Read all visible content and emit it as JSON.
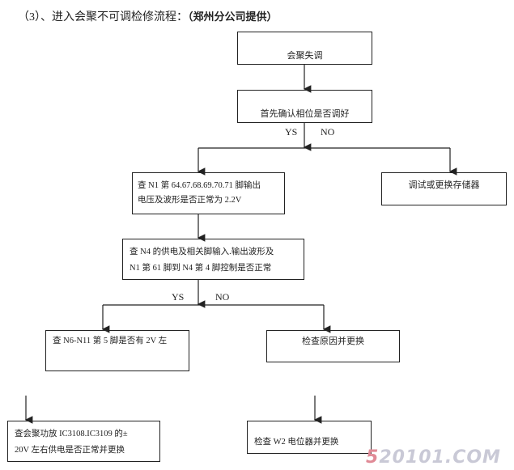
{
  "title": {
    "main": "（3）、进入会聚不可调检修流程：",
    "source": "（郑州分公司提供）"
  },
  "nodes": {
    "n1": "会聚失调",
    "n2": "首先确认相位是否调好",
    "n3a": "查 N1 第 64.67.68.69.70.71 脚输出",
    "n3b": "电压及波形是否正常为 2.2V",
    "n4": "调试或更换存储器",
    "n5a": "查 N4 的供电及相关脚输入.输出波形及",
    "n5b": "N1 第 61 脚到 N4 第 4 脚控制是否正常",
    "n6": "查 N6-N11 第 5 脚是否有 2V 左",
    "n7": "检查原因并更换",
    "n8a": "查会聚功放 IC3108.IC3109 的±",
    "n8b": "20V 左右供电是否正常并更换",
    "n9": "检查 W2 电位器并更换"
  },
  "labels": {
    "yes1": "YS",
    "no1": "NO",
    "yes2": "YS",
    "no2": "NO"
  },
  "watermark": {
    "a": "5",
    "b": "20101.COM"
  }
}
